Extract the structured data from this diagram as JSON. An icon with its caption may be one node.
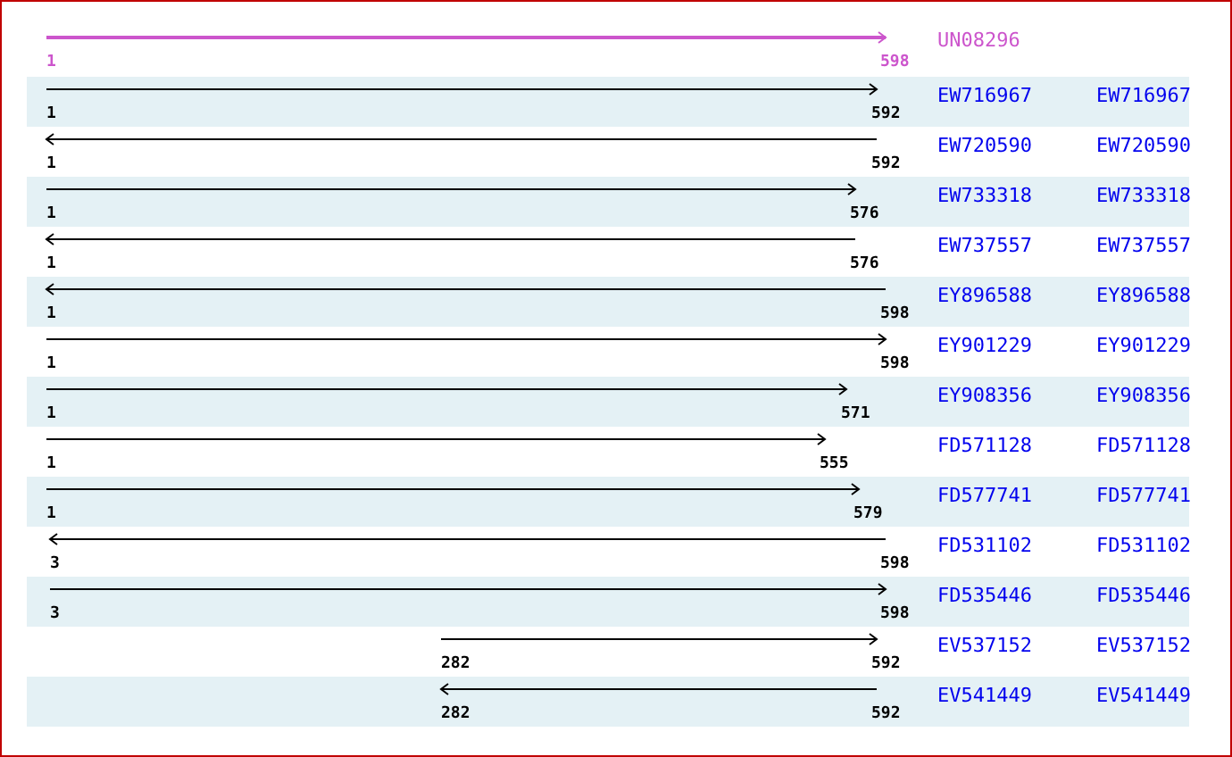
{
  "diagram": {
    "labels": [
      "UN08296",
      "1",
      "598",
      "EW716967",
      "EW716967",
      "1",
      "592",
      "EW720590",
      "EW720590",
      "1",
      "592",
      "EW733318",
      "EW733318",
      "1",
      "576",
      "EW737557",
      "EW737557",
      "1",
      "576",
      "EY896588",
      "EY896588",
      "1",
      "598",
      "EY901229",
      "EY901229",
      "1",
      "598",
      "EY908356",
      "EY908356",
      "1",
      "571",
      "FD571128",
      "FD571128",
      "1",
      "555",
      "FD577741",
      "FD577741",
      "1",
      "579",
      "FD531102",
      "FD531102",
      "3",
      "598",
      "FD535446",
      "FD535446",
      "3",
      "598",
      "EV537152",
      "EV537152",
      "282",
      "592",
      "EV541449",
      "EV541449",
      "282",
      "592"
    ]
  }
}
